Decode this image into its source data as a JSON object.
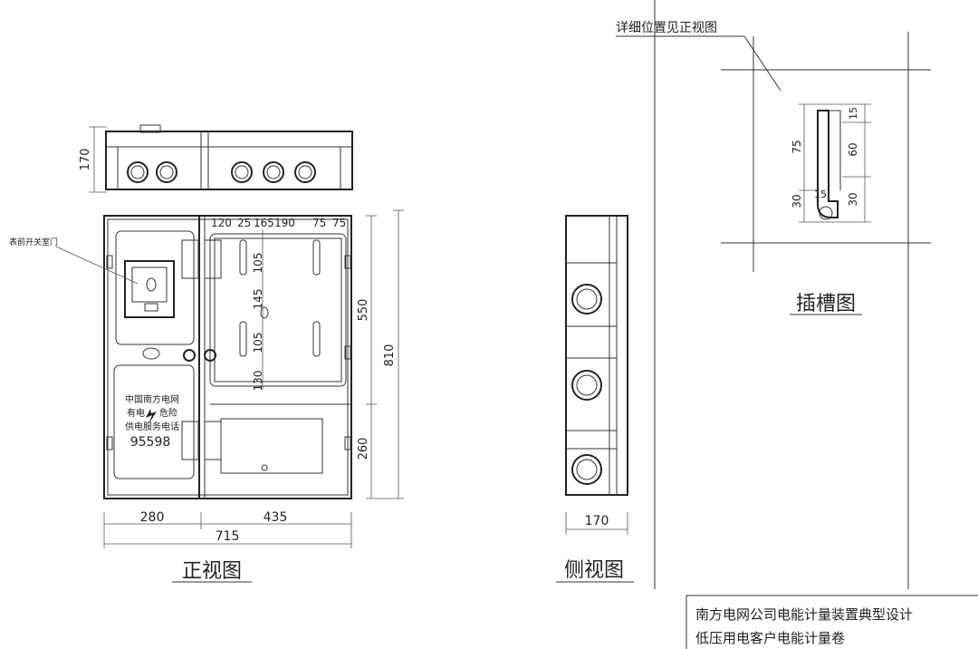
{
  "top_view": {
    "dim_height": "170"
  },
  "front_view": {
    "callout": "表前开关室门",
    "top_dims": [
      "120",
      "25",
      "165",
      "190",
      "75",
      "75"
    ],
    "inner_dims": [
      "105",
      "145",
      "105",
      "130"
    ],
    "right_dims": [
      "550",
      "260",
      "810"
    ],
    "bottom_dims": [
      "280",
      "435",
      "715"
    ],
    "door_text": [
      "中国南方电网",
      "有电",
      "危险",
      "供电服务电话",
      "95598"
    ],
    "caption": "正视图"
  },
  "side_view": {
    "dim_width": "170",
    "caption": "侧视图"
  },
  "slot_view": {
    "note": "详细位置见正视图",
    "dims": [
      "15",
      "60",
      "30",
      "75",
      "30",
      "15"
    ],
    "caption": "插槽图"
  },
  "title_block": {
    "line1": "南方电网公司电能计量装置典型设计",
    "line2": "低压用电客户电能计量卷"
  },
  "icons": {
    "lightning": "lightning-icon"
  }
}
